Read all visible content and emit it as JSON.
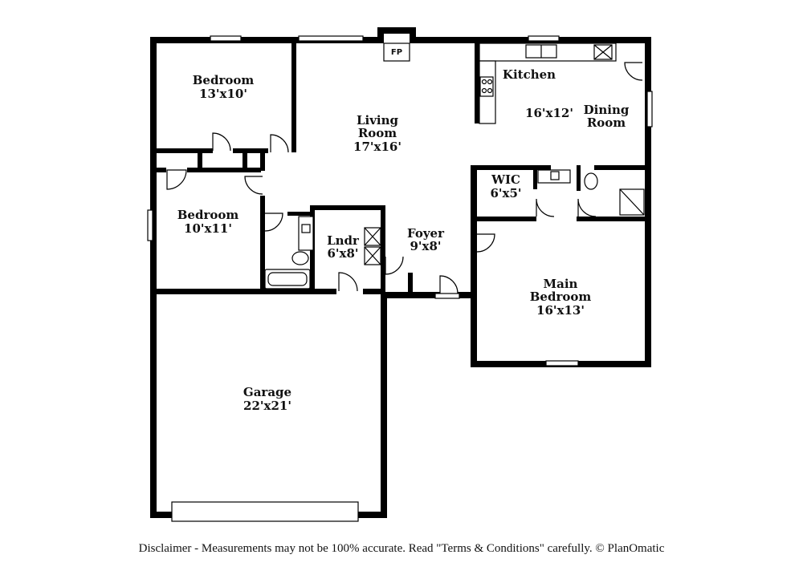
{
  "rooms": {
    "bedroom_nw": {
      "name": "Bedroom",
      "size": "13'x10'"
    },
    "bedroom_w": {
      "name": "Bedroom",
      "size": "10'x11'"
    },
    "living": {
      "name_line1": "Living",
      "name_line2": "Room",
      "size": "17'x16'"
    },
    "kitchen": {
      "name": "Kitchen",
      "size": "16'x12'"
    },
    "dining": {
      "name_line1": "Dining",
      "name_line2": "Room"
    },
    "wic": {
      "name": "WIC",
      "size": "6'x5'"
    },
    "laundry": {
      "name": "Lndr",
      "size": "6'x8'"
    },
    "foyer": {
      "name": "Foyer",
      "size": "9'x8'"
    },
    "main_bedroom": {
      "name_line1": "Main",
      "name_line2": "Bedroom",
      "size": "16'x13'"
    },
    "garage": {
      "name": "Garage",
      "size": "22'x21'"
    }
  },
  "fireplace_label": "FP",
  "disclaimer": "Disclaimer - Measurements may not be 100% accurate. Read \"Terms & Conditions\" carefully. © PlanOmatic"
}
